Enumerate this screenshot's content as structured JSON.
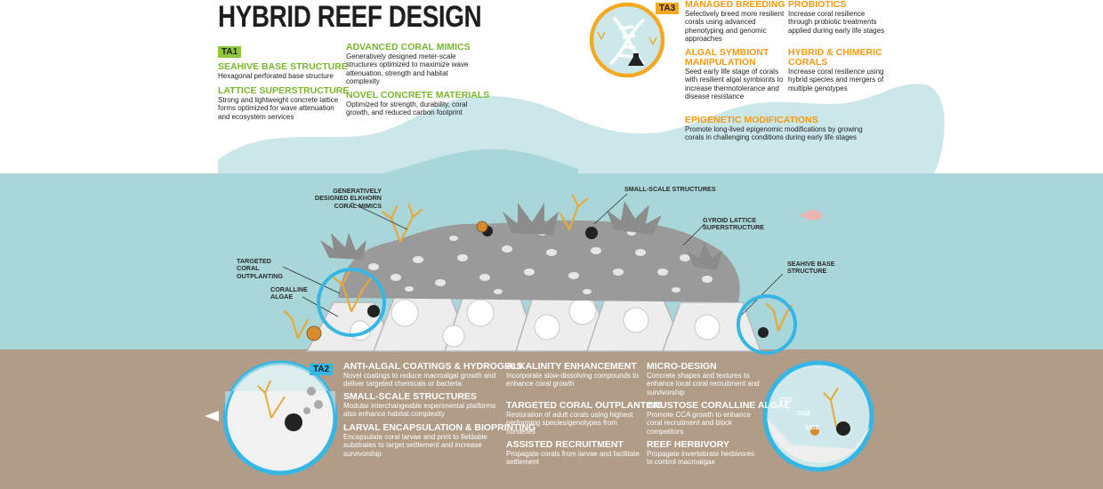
{
  "title": "HYBRID REEF DESIGN",
  "colors": {
    "water": "#a9d6d8",
    "sky_wave": "#cbe7ea",
    "sediment": "#b09c87",
    "green": "#8cc63f",
    "orange": "#f7a823",
    "blue": "#35b6e5"
  },
  "ta1": {
    "tag": "TA1",
    "items": [
      {
        "heading": "SEAHIVE BASE STRUCTURE",
        "text": "Hexagonal perforated base structure"
      },
      {
        "heading": "LATTICE SUPERSTRUCTURE",
        "text": "Strong and lightweight concrete lattice forms optimized for wave attenuation and ecosystem services"
      },
      {
        "heading": "ADVANCED CORAL MIMICS",
        "text": "Generatively designed meter-scale structures optimized to maximize wave attenuation, strength and habitat complexity"
      },
      {
        "heading": "NOVEL CONCRETE MATERIALS",
        "text": "Optimized for strength, durability, coral growth, and reduced carbon footprint"
      }
    ]
  },
  "ta3": {
    "tag": "TA3",
    "items": [
      {
        "heading": "MANAGED BREEDING",
        "text": "Selectively breed more resilient corals using advanced phenotyping and genomic approaches"
      },
      {
        "heading": "ALGAL SYMBIONT MANIPULATION",
        "text": "Seed early life stage of corals with resilient algal symbionts to increase thermotolerance and disease resistance"
      },
      {
        "heading": "PROBIOTICS",
        "text": "Increase coral resilience through probiotic treatments applied during early life stages"
      },
      {
        "heading": "HYBRID & CHIMERIC CORALS",
        "text": "Increase coral resilience using hybrid species and mergers of multiple genotypes"
      },
      {
        "heading": "EPIGENETIC MODIFICATIONS",
        "text": "Promote long-lived epigenomic modifications by growing corals in challenging conditions during early life stages"
      }
    ]
  },
  "callouts": {
    "elkhorn": "GENERATIVELY DESIGNED ELKHORN CORAL MIMICS",
    "small_scale": "SMALL-SCALE STRUCTURES",
    "gyroid": "GYROID LATTICE SUPERSTRUCTURE",
    "outplanting": "TARGETED CORAL OUTPLANTING",
    "coralline": "CORALLINE ALGAE",
    "seahive": "SEAHIVE BASE STRUCTURE"
  },
  "ta2": {
    "tag": "TA2",
    "items": [
      {
        "heading": "ANTI-ALGAL COATINGS & HYDROGELS",
        "text": "Novel coatings to reduce macroalgal growth and deliver targeted chemicals or bacteria"
      },
      {
        "heading": "SMALL-SCALE STRUCTURES",
        "text": "Modular interchangeable experimental platforms also enhance habitat complexity"
      },
      {
        "heading": "LARVAL ENCAPSULATION & BIOPRINTING",
        "text": "Encapsulate coral larvae and print to fieldable substrates to target settlement and increase survivorship"
      },
      {
        "heading": "ALKALINITY ENHANCEMENT",
        "text": "Incorporate slow-dissolving compounds to enhance coral growth"
      },
      {
        "heading": "TARGETED CORAL OUTPLANTING",
        "text": "Restoration of adult corals using highest performing species/genotypes from nurseries"
      },
      {
        "heading": "ASSISTED RECRUITMENT",
        "text": "Propagate corals from larvae and facilitate settlement"
      },
      {
        "heading": "MICRO-DESIGN",
        "text": "Concrete shapes and textures to enhance local coral recruitment and survivorship"
      },
      {
        "heading": "CRUSTOSE CORALLINE ALGAE",
        "text": "Promote CCA growth to enhance coral recruitment and block competitors"
      },
      {
        "heading": "REEF HERBIVORY",
        "text": "Propagate invertebrate herbivores to control macroalgae"
      }
    ]
  },
  "co2_label": "CO2"
}
